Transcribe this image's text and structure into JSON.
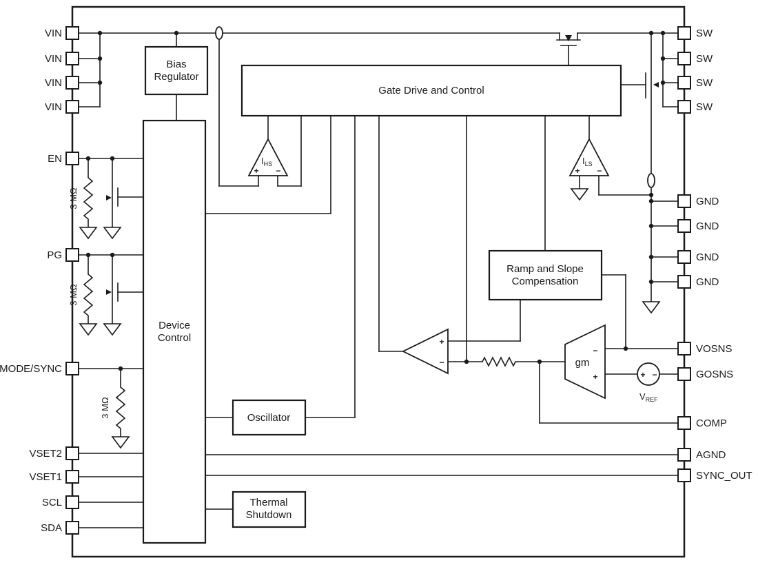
{
  "diagram": {
    "pins_left": [
      "VIN",
      "VIN",
      "VIN",
      "VIN",
      "EN",
      "PG",
      "MODE/SYNC",
      "VSET2",
      "VSET1",
      "SCL",
      "SDA"
    ],
    "pins_right": [
      "SW",
      "SW",
      "SW",
      "SW",
      "GND",
      "GND",
      "GND",
      "GND",
      "VOSNS",
      "GOSNS",
      "COMP",
      "AGND",
      "SYNC_OUT"
    ],
    "blocks": {
      "bias": [
        "Bias",
        "Regulator"
      ],
      "gate_drive": "Gate Drive and Control",
      "device_control": [
        "Device",
        "Control"
      ],
      "ramp": [
        "Ramp and Slope",
        "Compensation"
      ],
      "oscillator": "Oscillator",
      "thermal": [
        "Thermal",
        "Shutdown"
      ]
    },
    "amplifiers": {
      "ihs": {
        "main": "I",
        "sub": "HS"
      },
      "ils": {
        "main": "I",
        "sub": "LS"
      },
      "gm": "gm",
      "vref": {
        "main": "V",
        "sub": "REF"
      }
    },
    "labels": {
      "r3m": "3 MΩ",
      "plus": "+",
      "minus": "−"
    },
    "colors": {
      "line": "#1a1a1a",
      "background": "#ffffff"
    }
  }
}
